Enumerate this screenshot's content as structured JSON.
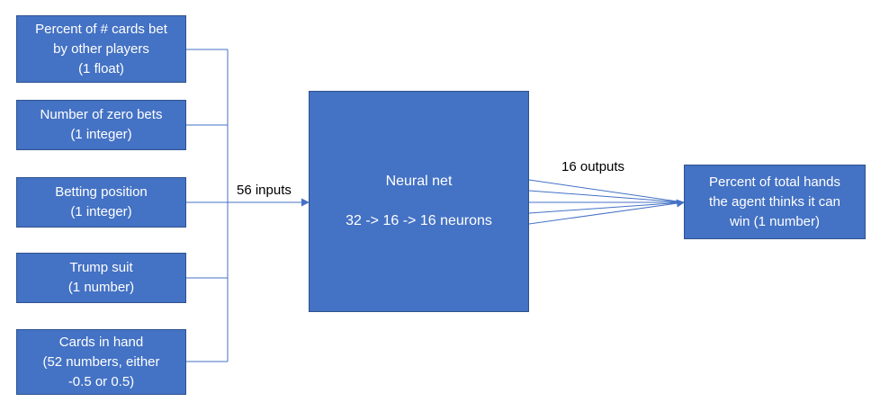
{
  "inputs": [
    {
      "lines": [
        "Percent of # cards bet",
        "by other players",
        "(1 float)"
      ]
    },
    {
      "lines": [
        "Number of zero bets",
        "(1 integer)"
      ]
    },
    {
      "lines": [
        "Betting position",
        "(1 integer)"
      ]
    },
    {
      "lines": [
        "Trump suit",
        "(1 number)"
      ]
    },
    {
      "lines": [
        "Cards in hand",
        "(52 numbers, either",
        "-0.5 or 0.5)"
      ]
    }
  ],
  "inputs_label": "56 inputs",
  "network": {
    "title": "Neural net",
    "layers": "32 -> 16 -> 16 neurons"
  },
  "outputs_label": "16 outputs",
  "output": {
    "lines": [
      "Percent of total hands",
      "the agent thinks it can",
      "win (1 number)"
    ]
  },
  "colors": {
    "box_fill": "#4472C4",
    "box_border": "#2F528F",
    "line": "#4472C4",
    "text_light": "#FFFFFF"
  }
}
